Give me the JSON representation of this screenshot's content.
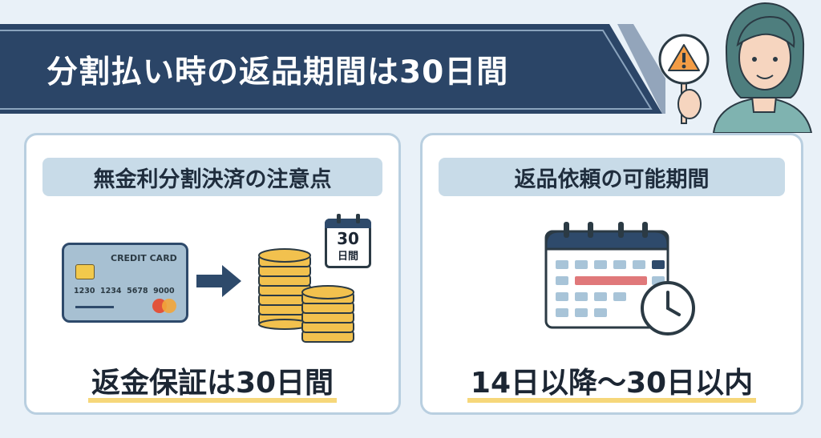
{
  "title": "分割払い時の返品期間は30日間",
  "left_panel": {
    "heading": "無金利分割決済の注意点",
    "card_label": "CREDIT CARD",
    "card_number": "1230  1234  5678  9000",
    "calendar_number": "30",
    "calendar_unit": "日間",
    "footer": "返金保証は30日間"
  },
  "right_panel": {
    "heading": "返品依頼の可能期間",
    "footer": "14日以降〜30日以内"
  },
  "icons": [
    "warning-icon",
    "credit-card-icon",
    "arrow-right-icon",
    "coin-stack-icon",
    "calendar-icon",
    "clock-icon"
  ],
  "colors": {
    "banner": "#2b4567",
    "panel_heading_bg": "#c8dbe8",
    "highlight": "#f6d77a",
    "highlight_cells": "#e0787a",
    "accent_dark": "#2e4a6b"
  }
}
